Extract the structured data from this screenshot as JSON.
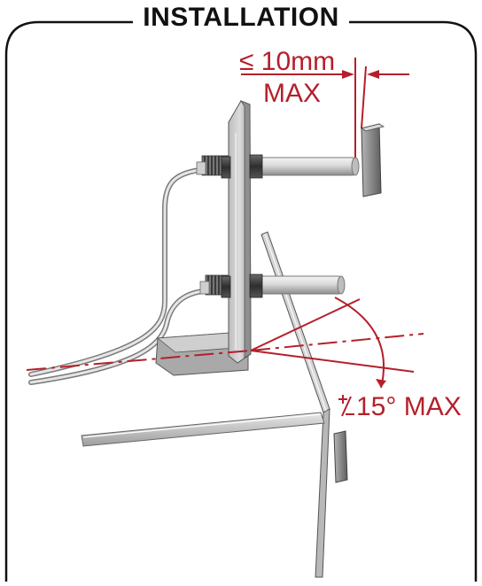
{
  "title": "INSTALLATION",
  "dimension_gap": {
    "value_text": "≤ 10mm",
    "max_text": "MAX"
  },
  "dimension_angle": {
    "prefix_symbol": "+/−",
    "value_text": "15° MAX"
  },
  "colors": {
    "annotation_red": "#b51f2b",
    "frame_black": "#111111",
    "sensor_metal": "#c8c8c8",
    "target_block": "#8a8a8a"
  }
}
